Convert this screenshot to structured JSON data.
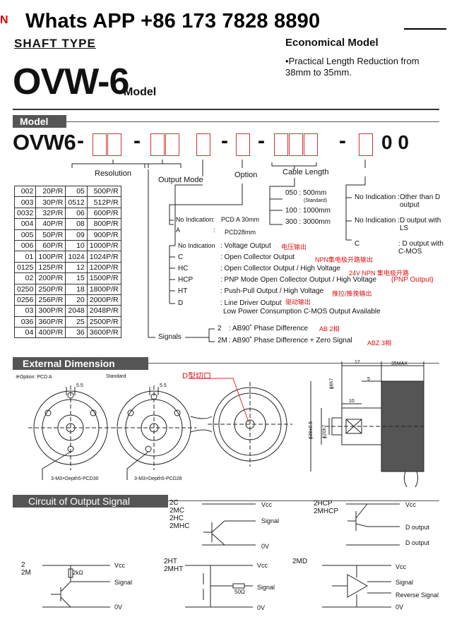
{
  "banner": {
    "text": "Whats APP +86 173 7828 8890",
    "mark": "N"
  },
  "header": {
    "shaft_type": "SHAFT TYPE",
    "title": "OVW-6",
    "title_suffix": "Model",
    "economical": "Economical Model",
    "economical_desc": "•Practical Length Reduction from 38mm to 35mm."
  },
  "model": {
    "label": "Model",
    "code_prefix": "OVW6",
    "dash": "-",
    "suffix": "0 0",
    "resolution_label": "Resolution",
    "output_mode_label": "Output Mode",
    "option_label": "Option",
    "cable_length_label": "Cable Length"
  },
  "resolution_table": {
    "rows": [
      [
        "002",
        "20P/R",
        "05",
        "500P/R"
      ],
      [
        "003",
        "30P/R",
        "0512",
        "512P/R"
      ],
      [
        "0032",
        "32P/R",
        "06",
        "600P/R"
      ],
      [
        "004",
        "40P/R",
        "08",
        "800P/R"
      ],
      [
        "005",
        "50P/R",
        "09",
        "900P/R"
      ],
      [
        "006",
        "60P/R",
        "10",
        "1000P/R"
      ],
      [
        "01",
        "100P/R",
        "1024",
        "1024P/R"
      ],
      [
        "0125",
        "125P/R",
        "12",
        "1200P/R"
      ],
      [
        "02",
        "200P/R",
        "15",
        "1500P/R"
      ],
      [
        "0250",
        "250P/R",
        "18",
        "1800P/R"
      ],
      [
        "0256",
        "256P/R",
        "20",
        "2000P/R"
      ],
      [
        "03",
        "300P/R",
        "2048",
        "2048P/R"
      ],
      [
        "036",
        "360P/R",
        "25",
        "2500P/R"
      ],
      [
        "04",
        "400P/R",
        "36",
        "3600P/R"
      ]
    ]
  },
  "cable_length": {
    "c050": "050 : 500mm",
    "standard": "(Standard)",
    "c100": "100 : 1000mm",
    "c300": "300 : 3000mm"
  },
  "end_options": {
    "no_ind_label": "No Indication :",
    "no_ind_value": "Other than D output",
    "no_ind2_label": "No Indication :",
    "no_ind2_value": "D output with LS",
    "c_label": "C",
    "c_value": ": D output with C-MOS"
  },
  "option": {
    "no_ind": "No Indication:",
    "no_ind_val": "PCD A  30mm",
    "a": "A",
    "colon": ":",
    "a_val": "PCD28mm"
  },
  "output_mode": {
    "rows": [
      {
        "code": "No Indication",
        "desc": ": Voltage Output",
        "cn": "电压输出"
      },
      {
        "code": "C",
        "desc": ": Open Collector Output",
        "cn": "NPN集电极开路输出"
      },
      {
        "code": "HC",
        "desc": ": Open Collector Output / High Voltage",
        "cn": "24V NPN 集电极开路"
      },
      {
        "code": "HCP",
        "desc": ": PNP Mode Open Collector Output / High Voltage",
        "cn": "(PNP Output)"
      },
      {
        "code": "HT",
        "desc": ": Push-Pull Output / High Voltage",
        "cn": "推拉/推挽输出"
      },
      {
        "code": "D",
        "desc": ": Line Driver Output",
        "cn": "驱动输出"
      }
    ],
    "d_extra": "Low Power Consumption C-MOS Output Available"
  },
  "signals": {
    "label": "Signals",
    "r2_code": "2",
    "r2_desc": ": AB90˚ Phase Difference",
    "r2_cn": "AB 2相",
    "r2m_code": "2M",
    "r2m_desc": ": AB90˚ Phase Difference + Zero Signal",
    "r2m_cn": "ABZ 3相"
  },
  "external": {
    "title": "External Dimension",
    "option_note": "※Option: PCD A",
    "standard": "Standard",
    "d_cut": "D型切口",
    "dim55a": "5.5",
    "dim55b": "5.5",
    "pcd30": "3-M3×Depth5-PCD30",
    "pcd28": "3-M3×Depth5-PCD28",
    "d17": "17",
    "d35max": "35MAX",
    "d5": "5",
    "d10": "10",
    "dphi6": "ϕ6h7",
    "dphi20": "ϕ20h7",
    "dphi38": "ϕ38±0.5"
  },
  "circuit": {
    "title": "Circuit of Output Signal",
    "c1_codes": [
      "2C",
      "2MC",
      "2HC",
      "2MHC"
    ],
    "c2_codes": [
      "2HCP",
      "2MHCP"
    ],
    "c3_codes": [
      "2",
      "2M"
    ],
    "c4_codes": [
      "2HT",
      "2MHT"
    ],
    "c5_codes": [
      "2MD"
    ],
    "vcc": "Vcc",
    "signal": "Signal",
    "ov": "0V",
    "d_output": "D output",
    "reverse": "Reverse Signal",
    "r2k": "2kΩ",
    "r50": "50Ω"
  }
}
